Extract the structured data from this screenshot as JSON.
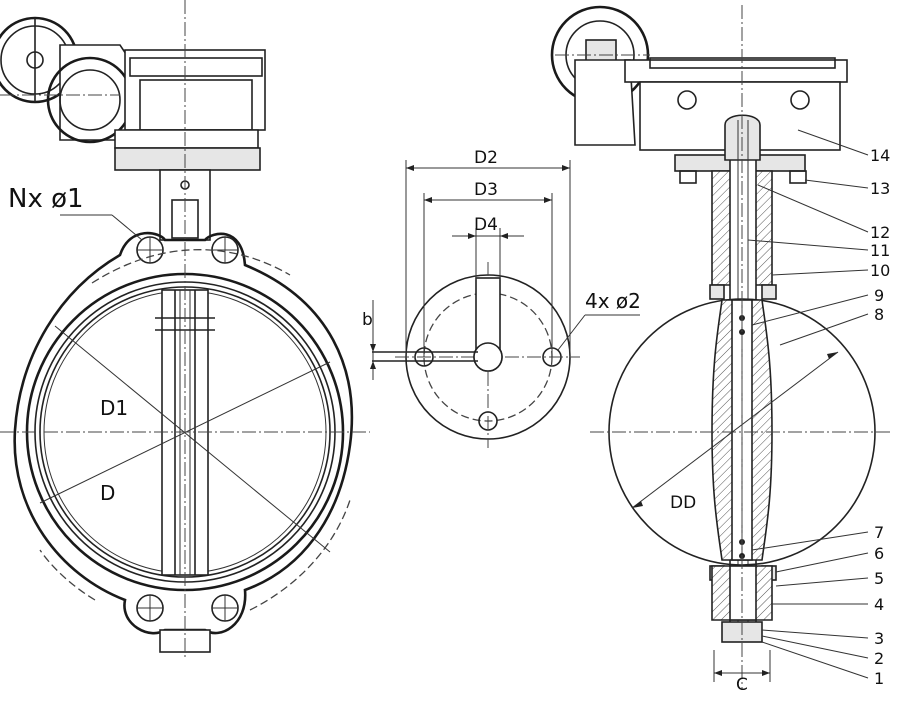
{
  "labels": {
    "n_holes": "Nx ø1",
    "d1": "D1",
    "d": "D",
    "d2": "D2",
    "d3": "D3",
    "d4": "D4",
    "b": "b",
    "holes4": "4x ø2",
    "dd": "DD",
    "c": "C"
  },
  "parts": [
    "1",
    "2",
    "3",
    "4",
    "5",
    "6",
    "7",
    "8",
    "9",
    "10",
    "11",
    "12",
    "13",
    "14"
  ]
}
